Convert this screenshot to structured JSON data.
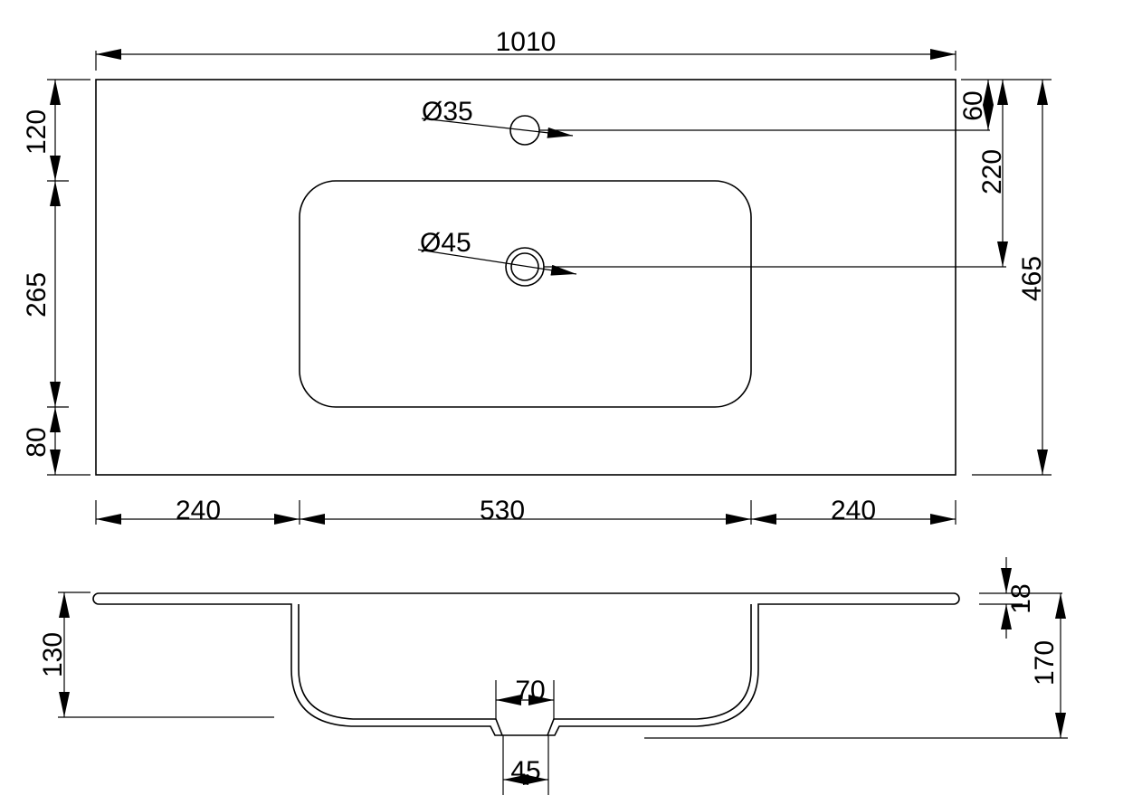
{
  "plan_view": {
    "width_total": "1010",
    "depth_total": "465",
    "offset_top_left": "120",
    "basin_depth": "265",
    "offset_bottom_left": "80",
    "tap_hole_offset": "60",
    "drain_offset": "220",
    "left_margin": "240",
    "basin_width": "530",
    "right_margin": "240",
    "tap_hole_diameter": "Ø35",
    "drain_diameter": "Ø45"
  },
  "section_view": {
    "basin_height": "130",
    "slab_thickness": "18",
    "total_height": "170",
    "outlet_top_width": "70",
    "outlet_bottom_width": "45"
  }
}
